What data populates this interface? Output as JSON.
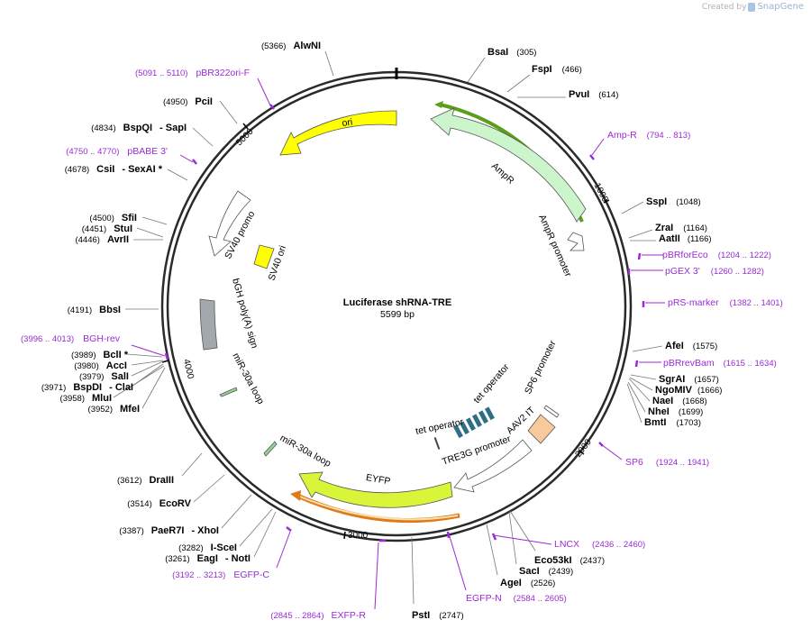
{
  "credit": {
    "prefix": "Created by",
    "brand": "SnapGene"
  },
  "plasmid": {
    "name": "Luciferase shRNA-TRE",
    "length_label": "5599 bp"
  },
  "ticks": [
    "1000",
    "2000",
    "3000",
    "4000",
    "5000"
  ],
  "sites": [
    {
      "name": "BsaI",
      "pos": "(305)"
    },
    {
      "name": "FspI",
      "pos": "(466)"
    },
    {
      "name": "PvuI",
      "pos": "(614)"
    },
    {
      "name": "SspI",
      "pos": "(1048)"
    },
    {
      "name": "ZraI",
      "pos": "(1164)"
    },
    {
      "name": "AatII",
      "pos": "(1166)"
    },
    {
      "name": "AfeI",
      "pos": "(1575)"
    },
    {
      "name": "SgrAI",
      "pos": "(1657)"
    },
    {
      "name": "NgoMIV",
      "pos": "(1666)"
    },
    {
      "name": "NaeI",
      "pos": "(1668)"
    },
    {
      "name": "NheI",
      "pos": "(1699)"
    },
    {
      "name": "BmtI",
      "pos": "(1703)"
    },
    {
      "name": "Eco53kI",
      "pos": "(2437)"
    },
    {
      "name": "SacI",
      "pos": "(2439)"
    },
    {
      "name": "AgeI",
      "pos": "(2526)"
    },
    {
      "name": "PstI",
      "pos": "(2747)"
    },
    {
      "name": "AlwNI",
      "pos": "(5366)"
    },
    {
      "name": "PciI",
      "pos": "(4950)"
    },
    {
      "name": "BspQI",
      "pos": "(4834)",
      "alias": "- SapI"
    },
    {
      "name": "CsiI",
      "pos": "(4678)",
      "alias": "- SexAI *"
    },
    {
      "name": "SfiI",
      "pos": "(4500)"
    },
    {
      "name": "StuI",
      "pos": "(4451)"
    },
    {
      "name": "AvrII",
      "pos": "(4446)"
    },
    {
      "name": "BbsI",
      "pos": "(4191)"
    },
    {
      "name": "BclI *",
      "pos": "(3989)"
    },
    {
      "name": "AccI",
      "pos": "(3980)"
    },
    {
      "name": "SalI",
      "pos": "(3979)"
    },
    {
      "name": "BspDI",
      "pos": "(3971)",
      "alias": "- ClaI"
    },
    {
      "name": "MluI",
      "pos": "(3958)"
    },
    {
      "name": "MfeI",
      "pos": "(3952)"
    },
    {
      "name": "DraIII",
      "pos": "(3612)"
    },
    {
      "name": "EcoRV",
      "pos": "(3514)"
    },
    {
      "name": "PaeR7I",
      "pos": "(3387)",
      "alias": "- XhoI"
    },
    {
      "name": "I-SceI",
      "pos": "(3282)"
    },
    {
      "name": "EagI",
      "pos": "(3261)",
      "alias": "- NotI"
    }
  ],
  "primers": [
    {
      "name": "Amp-R",
      "pos": "(794 .. 813)"
    },
    {
      "name": "pBRforEco",
      "pos": "(1204 .. 1222)"
    },
    {
      "name": "pGEX 3'",
      "pos": "(1260 .. 1282)"
    },
    {
      "name": "pRS-marker",
      "pos": "(1382 .. 1401)"
    },
    {
      "name": "pBRrevBam",
      "pos": "(1615 .. 1634)"
    },
    {
      "name": "SP6",
      "pos": "(1924 .. 1941)"
    },
    {
      "name": "LNCX",
      "pos": "(2436 .. 2460)"
    },
    {
      "name": "EGFP-N",
      "pos": "(2584 .. 2605)"
    },
    {
      "name": "EXFP-R",
      "pos": "(2845 .. 2864)"
    },
    {
      "name": "EGFP-C",
      "pos": "(3192 .. 3213)"
    },
    {
      "name": "BGH-rev",
      "pos": "(3996 .. 4013)"
    },
    {
      "name": "pBABE 3'",
      "pos": "(4750 .. 4770)"
    },
    {
      "name": "pBR322ori-F",
      "pos": "(5091 .. 5110)"
    }
  ],
  "features": {
    "ori": "ori",
    "ampr": "AmpR",
    "ampr_promoter": "AmpR promoter",
    "sv40_promoter": "SV40 promoter",
    "sv40_ori": "SV40 ori",
    "bgh": "bGH poly(A) signal",
    "mir_loop_1": "miR-30a loop",
    "mir_loop_2": "miR-30a loop",
    "tet_op_1": "tet operator",
    "tet_op_2": "tet operator",
    "tre3g": "TRE3G promoter",
    "aav2": "AAV2 ITR",
    "sp6_promoter": "SP6 promoter",
    "eyfp": "EYFP"
  },
  "colors": {
    "backbone": "#2a2a2a",
    "primer": "#9a2bd6",
    "ori": "#ffff00",
    "ampr": "#ccf5cc",
    "ampr_highlight": "#5a9e1a",
    "eyfp": "#d8f53a",
    "eyfp_highlight": "#e07a18",
    "bgh": "#a3a8ae",
    "aav2": "#f8c99a",
    "tet_operator": "#2e6f86",
    "mir": "#93d493"
  }
}
